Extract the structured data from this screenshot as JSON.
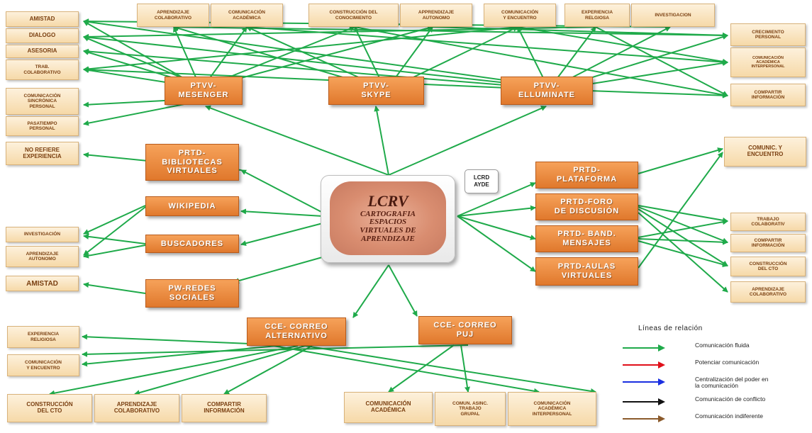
{
  "center": {
    "title": "LCRV",
    "subtitle": "CARTOGRAFIA\nESPACIOS\nVIRTUALES DE\nAPRENDIZAJE"
  },
  "code_box": "LCRD\nAYDE",
  "top_boxes": [
    "APRENDIZAJE\nCOLABORATIVO",
    "COMUNICACIÓN\nACADÉMICA",
    "CONSTRUCCIÓN DEL\nCONOCIMIENTO",
    "APPRENDIZAJE\nAUTONOMO",
    "COMUNICACIÓN\nY ENCUENTRO",
    "EXPERIENCIA\nRELGIOSA",
    "INVESTIGACION"
  ],
  "left_boxes": [
    "AMISTAD",
    "DIALOGO",
    "ASESORIA",
    "TRAB.\nCOLABORATIVO",
    "COMUNICACIÓN\nSINCRÓNICA\nPERSONAL",
    "PASATIEMPO\nPERSONAL",
    "NO REFIERE\nEXPERIENCIA",
    "INVESTIGACIÓN",
    "APRENDIZAJE\nAUTONOMO",
    "AMISTAD"
  ],
  "right_boxes": [
    "CRECIMIENTO\nPERSONAL",
    "COMUNICACIÓN\nACADÉMICA\nINTERPERSONAL",
    "COMPARTIR\nINFORMACIÓN",
    "COMUNIC. Y\nENCUENTRO",
    "TRABAJO\nCOLABORATIV",
    "COMPARTIR\nINFORMACIÓN",
    "CONSTRUCCIÓN\nDEL CTO",
    "APRENDIZAJE\nCOLABORATIVO"
  ],
  "bottom_boxes": [
    "EXPERIENCIA\nRELIGIOSA",
    "COMUNICACIÓN\nY ENCUENTRO",
    "CONSTRUCCIÓN\nDEL CTO",
    "APRENDIZAJE\nCOLABORATIVO",
    "COMPARTIR\nINFORMACIÓN",
    "COMUNICACIÓN\nACADÉMICA",
    "COMUN. ASINC.\nTRABAJO\nGRUPAL",
    "COMUNICACIÓN\nACADÉMICA\nINTERPERSONAL"
  ],
  "hubs": [
    "PTVV-\nMESENGER",
    "PTVV-\nSKYPE",
    "PTVV-\nELLUMINATE",
    "PRTD-\nBIBLIOTECAS\nVIRTUALES",
    "WIKIPEDIA",
    "BUSCADORES",
    "PW-REDES\nSOCIALES",
    "PRTD-\nPLATAFORMA",
    "PRTD-FORO\nDE DISCUSIÓN",
    "PRTD- BAND.\nMENSAJES",
    "PRTD-AULAS\nVIRTUALES",
    "CCE- CORREO\nALTERNATIVO",
    "CCE- CORREO\nPUJ"
  ],
  "legend": {
    "title": "Líneas de relación",
    "items": [
      {
        "label": "Comunicación fluida",
        "color": "#1faa4a"
      },
      {
        "label": "Potenciar comunicación",
        "color": "#e0101a"
      },
      {
        "label": "Centralización del poder en\nla comunicación",
        "color": "#1a2fe0"
      },
      {
        "label": "Comunicación de conflicto",
        "color": "#111111"
      },
      {
        "label": "Comunicación indiferente",
        "color": "#8b5a2b"
      }
    ]
  },
  "colors": {
    "edge": "#1faa4a",
    "hub": "#e8843a",
    "box": "#f8e2bc",
    "box_text": "#7a3f10"
  }
}
